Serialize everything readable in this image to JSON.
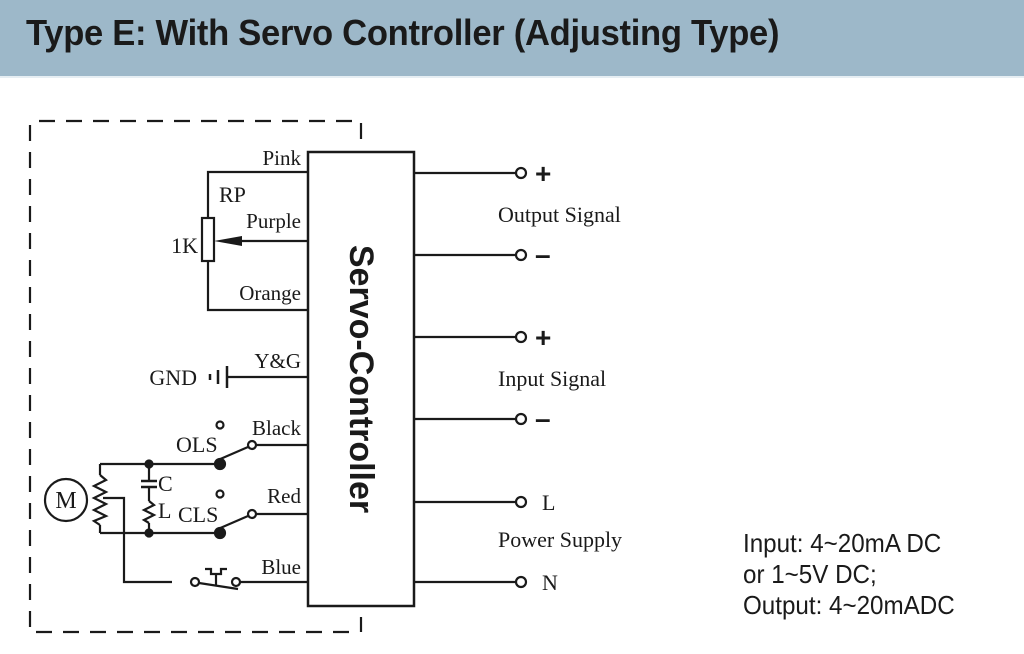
{
  "header": {
    "title": "Type E: With Servo Controller (Adjusting Type)",
    "background_color": "#9db8c9"
  },
  "controller": {
    "label": "Servo-Controller"
  },
  "left_side": {
    "wires": {
      "pink": "Pink",
      "purple": "Purple",
      "orange": "Orange",
      "yg": "Y&G",
      "black": "Black",
      "red": "Red",
      "blue": "Blue"
    },
    "potentiometer": {
      "name": "RP",
      "value": "1K"
    },
    "ground": "GND",
    "limit_switches": {
      "open": "OLS",
      "close": "CLS"
    },
    "capacitor": "C",
    "inductor": "L",
    "motor": "M"
  },
  "right_side": {
    "output_signal": {
      "label": "Output Signal",
      "plus": "+",
      "minus": "–"
    },
    "input_signal": {
      "label": "Input Signal",
      "plus": "+",
      "minus": "–"
    },
    "power_supply": {
      "label": "Power Supply",
      "live": "L",
      "neutral": "N"
    }
  },
  "notes": [
    "Input: 4~20mA DC",
    "or 1~5V DC;",
    "Output: 4~20mADC"
  ]
}
